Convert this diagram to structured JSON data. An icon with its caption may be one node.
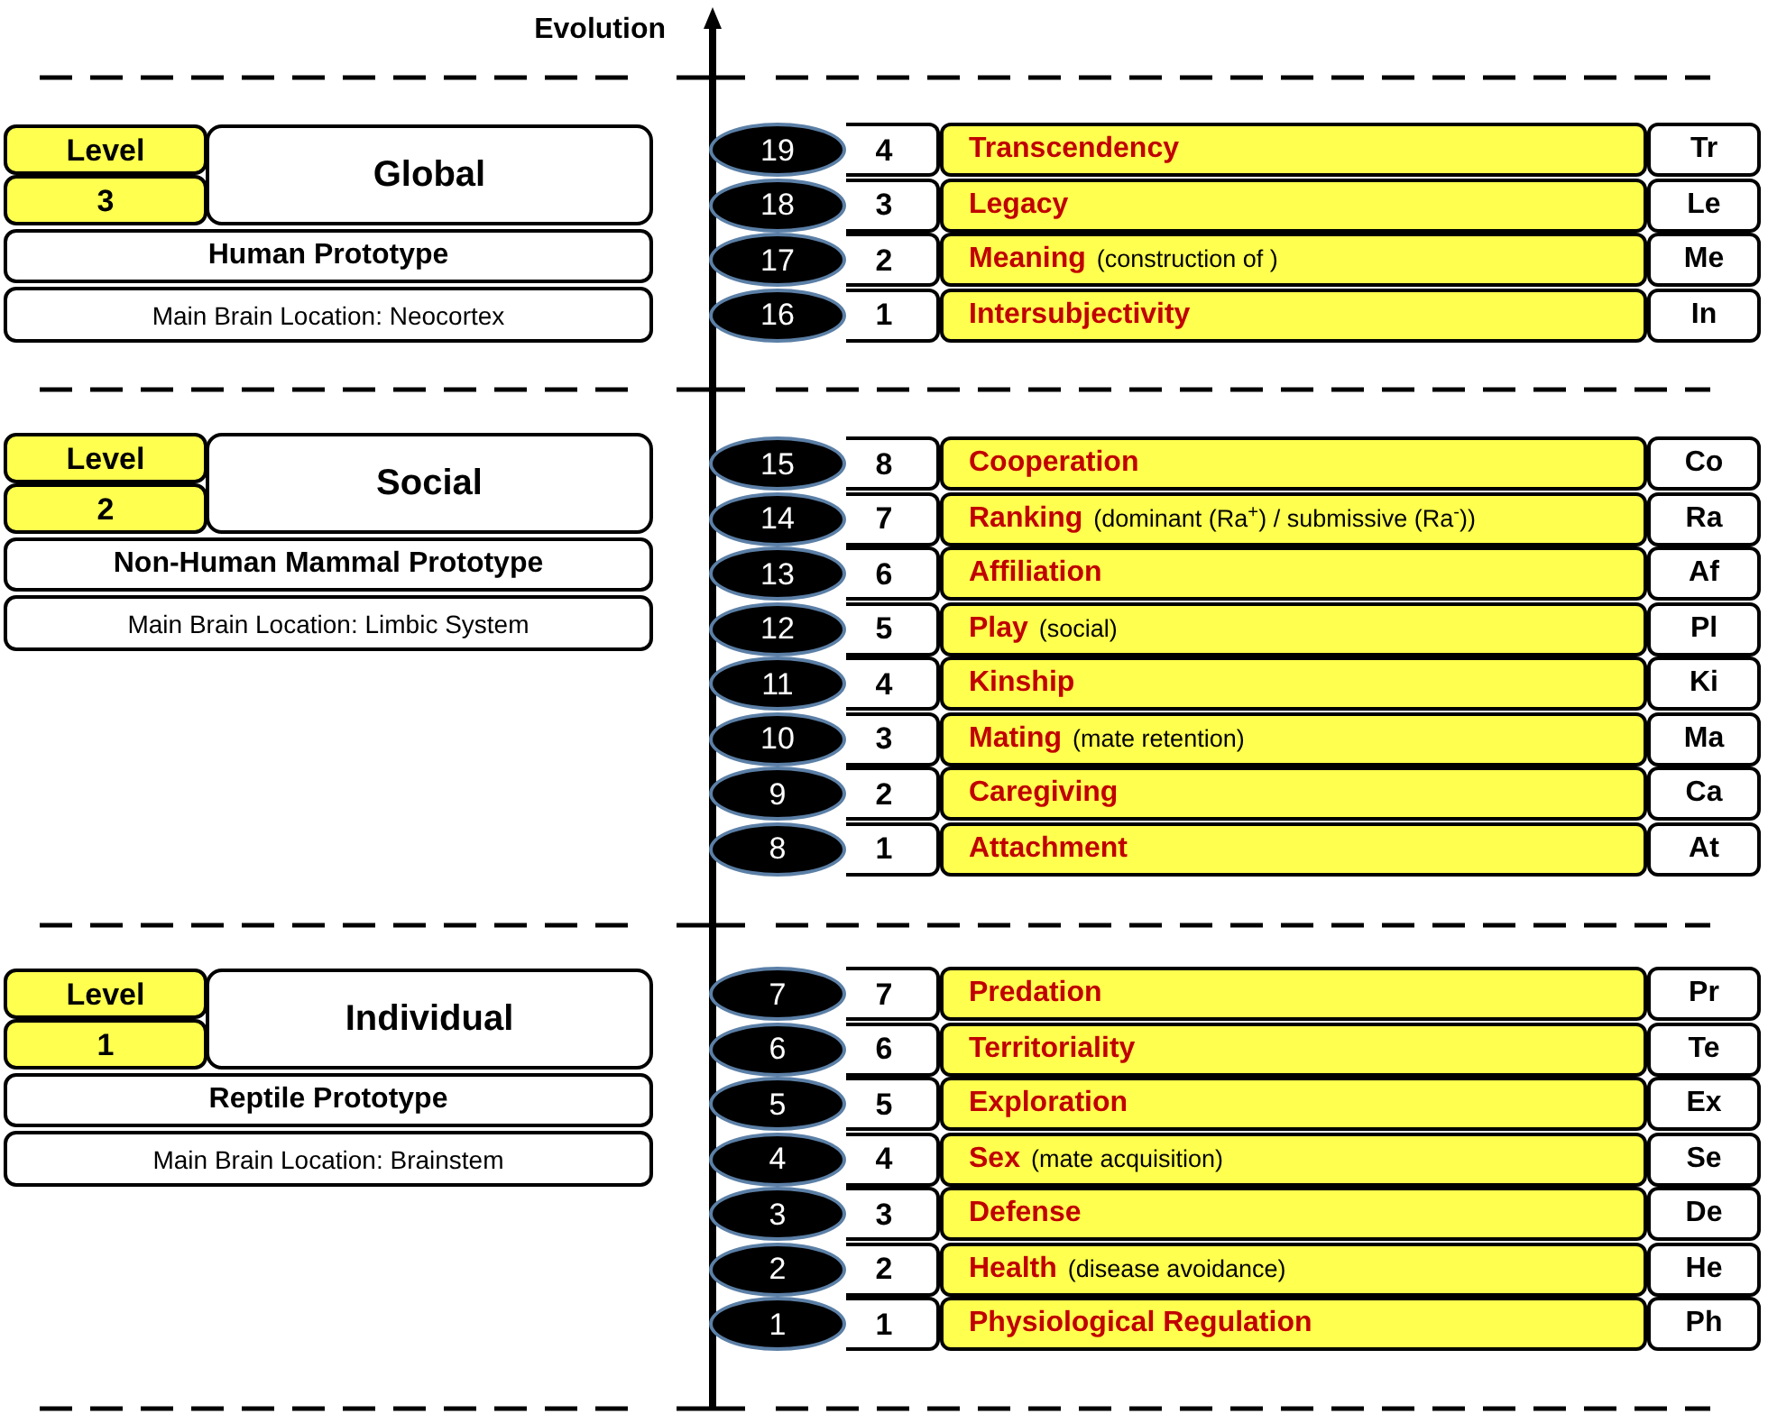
{
  "diagram": {
    "nodes": [
      {
        "text": [
          "Level"
        ]
      },
      {
        "text": [
          "3"
        ]
      },
      {
        "text": [
          "Global"
        ]
      },
      {
        "text": [
          "Human Prototype"
        ]
      },
      {
        "text": [
          "Main Brain Location: Neocortex"
        ]
      },
      {
        "text": [
          "19"
        ]
      },
      {
        "text": [
          "4"
        ]
      },
      {
        "text": [
          "Transcendency"
        ]
      },
      {
        "text": [
          "Tr"
        ]
      },
      {
        "text": [
          "18"
        ]
      },
      {
        "text": [
          "3"
        ]
      },
      {
        "text": [
          "Legacy"
        ]
      },
      {
        "text": [
          "Le"
        ]
      },
      {
        "text": [
          "17"
        ]
      },
      {
        "text": [
          "2"
        ]
      },
      {
        "text": [
          "Meaning",
          "(construction of )"
        ]
      },
      {
        "text": [
          "Me"
        ]
      },
      {
        "text": [
          "16"
        ]
      },
      {
        "text": [
          "1"
        ]
      },
      {
        "text": [
          "Intersubjectivity"
        ]
      },
      {
        "text": [
          "In"
        ]
      },
      {
        "text": [
          "Level"
        ]
      },
      {
        "text": [
          "2"
        ]
      },
      {
        "text": [
          "Social"
        ]
      },
      {
        "text": [
          "Non-Human Mammal Prototype"
        ]
      },
      {
        "text": [
          "Main Brain Location: Limbic System"
        ]
      },
      {
        "text": [
          "15"
        ]
      },
      {
        "text": [
          "8"
        ]
      },
      {
        "text": [
          "Cooperation"
        ]
      },
      {
        "text": [
          "Co"
        ]
      },
      {
        "text": [
          "14"
        ]
      },
      {
        "text": [
          "7"
        ]
      },
      {
        "text": [
          "Ranking",
          "(dominant (Ra$^{+}$) / submissive (Ra$^{-}$))"
        ]
      },
      {
        "text": [
          "Ra"
        ]
      },
      {
        "text": [
          "13"
        ]
      },
      {
        "text": [
          "6"
        ]
      },
      {
        "text": [
          "Affiliation"
        ]
      },
      {
        "text": [
          "Af"
        ]
      },
      {
        "text": [
          "12"
        ]
      },
      {
        "text": [
          "5"
        ]
      },
      {
        "text": [
          "Play",
          "(social)"
        ]
      },
      {
        "text": [
          "Pl"
        ]
      },
      {
        "text": [
          "11"
        ]
      },
      {
        "text": [
          "4"
        ]
      },
      {
        "text": [
          "Kinship"
        ]
      },
      {
        "text": [
          "Ki"
        ]
      },
      {
        "text": [
          "10"
        ]
      },
      {
        "text": [
          "3"
        ]
      },
      {
        "text": [
          "Mating",
          "(mate retention)"
        ]
      },
      {
        "text": [
          "Ma"
        ]
      },
      {
        "text": [
          "9"
        ]
      },
      {
        "text": [
          "2"
        ]
      },
      {
        "text": [
          "Caregiving"
        ]
      },
      {
        "text": [
          "Ca"
        ]
      },
      {
        "text": [
          "8"
        ]
      },
      {
        "text": [
          "1"
        ]
      },
      {
        "text": [
          "Attachment"
        ]
      },
      {
        "text": [
          "At"
        ]
      },
      {
        "text": [
          "Level"
        ]
      },
      {
        "text": [
          "1"
        ]
      },
      {
        "text": [
          "Individual"
        ]
      },
      {
        "text": [
          "Reptile Prototype"
        ]
      },
      {
        "text": [
          "Main Brain Location: Brainstem"
        ]
      },
      {
        "text": [
          "7"
        ]
      },
      {
        "text": [
          "7"
        ]
      },
      {
        "text": [
          "Predation"
        ]
      },
      {
        "text": [
          "Pr"
        ]
      },
      {
        "text": [
          "6"
        ]
      },
      {
        "text": [
          "6"
        ]
      },
      {
        "text": [
          "Territoriality"
        ]
      },
      {
        "text": [
          "Te"
        ]
      },
      {
        "text": [
          "5"
        ]
      },
      {
        "text": [
          "5"
        ]
      },
      {
        "text": [
          "Exploration"
        ]
      },
      {
        "text": [
          "Ex"
        ]
      },
      {
        "text": [
          "4"
        ]
      },
      {
        "text": [
          "4"
        ]
      },
      {
        "text": [
          "Sex",
          "(mate acquisition)"
        ]
      },
      {
        "text": [
          "Se"
        ]
      },
      {
        "text": [
          "3"
        ]
      },
      {
        "text": [
          "3"
        ]
      },
      {
        "text": [
          "Defense"
        ]
      },
      {
        "text": [
          "De"
        ]
      },
      {
        "text": [
          "2"
        ]
      },
      {
        "text": [
          "2"
        ]
      },
      {
        "text": [
          "Health",
          "(disease avoidance)"
        ]
      },
      {
        "text": [
          "He"
        ]
      },
      {
        "text": [
          "1"
        ]
      },
      {
        "text": [
          "1"
        ]
      },
      {
        "text": [
          "Physiological Regulation"
        ]
      },
      {
        "text": [
          "Ph"
        ]
      }
    ],
    "labels": [
      "Evolution"
    ]
  }
}
